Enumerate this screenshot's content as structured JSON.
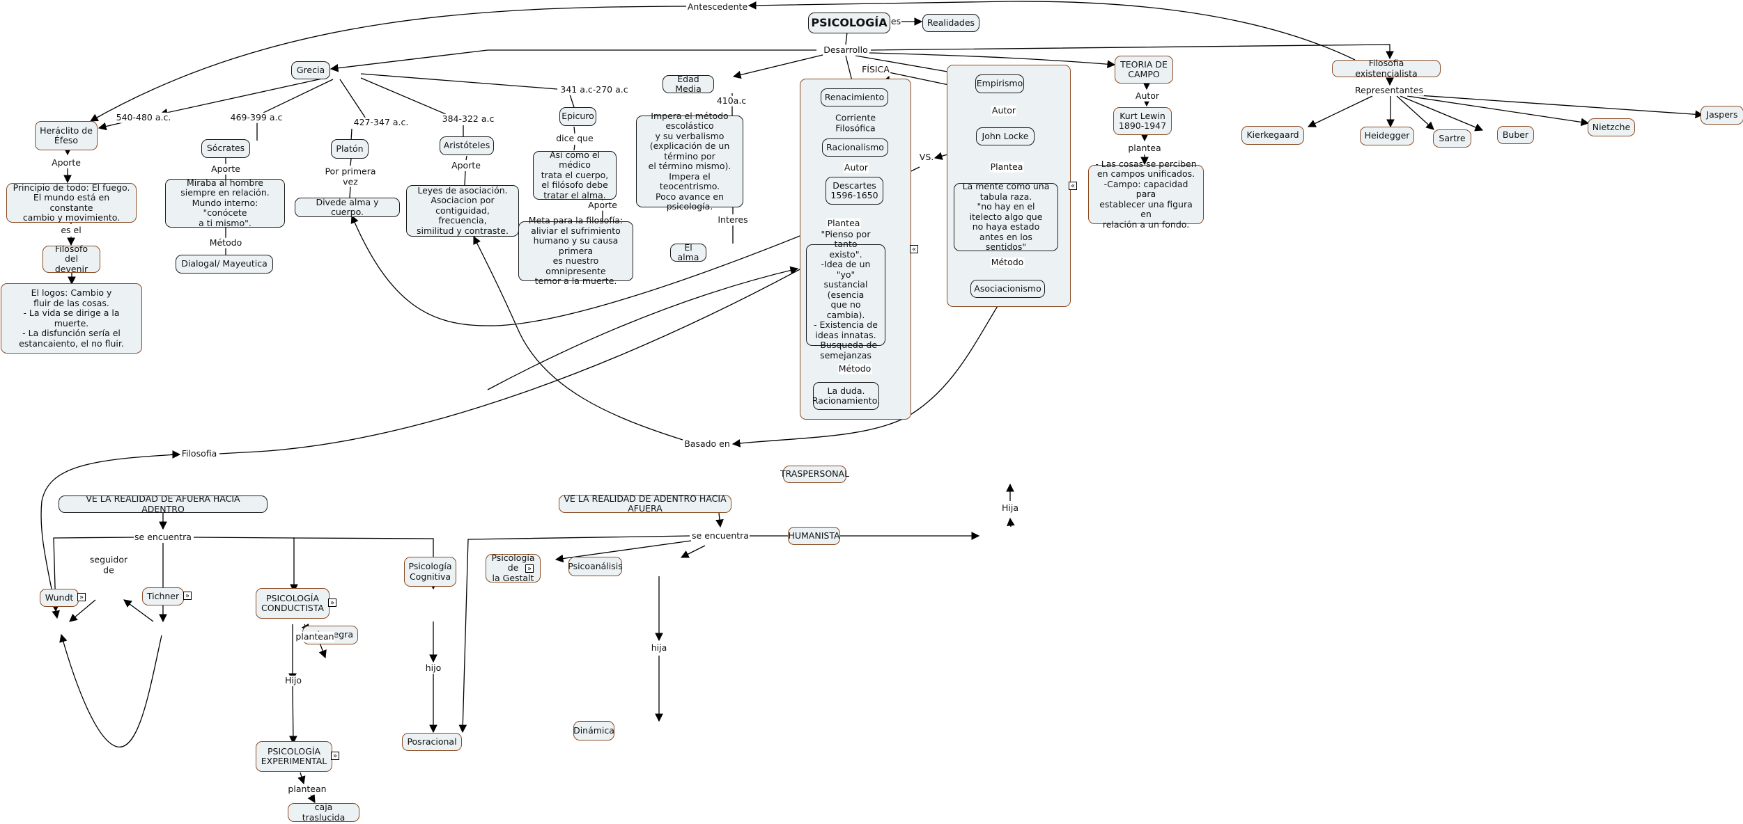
{
  "map": {
    "title": "PSICOLOGÍA",
    "nodes": {
      "psicologia": "PSICOLOGÍA",
      "realidades": "Realidades",
      "grecia": "Grecia",
      "heraclito": "Heráclito de\nÉfeso",
      "heraclito_aporte": "Principio de todo: El fuego.\nEl mundo está en constante\ncambio y movimiento.",
      "filosofo_devenir": "Filosofo del\ndevenir",
      "logos": "El logos: Cambio y\nfluir de las cosas.\n- La vida se dirige a la muerte.\n- La disfunción sería el\nestancaiento, el no fluir.",
      "socrates": "Sócrates",
      "socrates_aporte": "Miraba al hombre\nsiempre en relación.\nMundo interno: \"conócete\na ti mismo\".",
      "dialogal": "Dialogal/ Mayeutica",
      "platon": "Platón",
      "platon_aporte": "Divede alma y cuerpo.",
      "aristoteles": "Aristóteles",
      "aristoteles_aporte": "Leyes de asociación.\nAsociacion por\ncontiguidad, frecuencia,\nsimilitud  y contraste.",
      "epicuro": "Epicuro",
      "epicuro_dice": "Así como el médico\ntrata el cuerpo,\nel filósofo debe\ntratar el alma.",
      "epicuro_meta": "Meta para la filosofía:\naliviar el sufrimiento\nhumano y su causa primera\nes nuestro omnipresente\ntemor a la muerte.",
      "edad_media": "Edad Media",
      "edad_media_desc": "Impera el método\nescolástico\ny su verbalismo\n(explicación de un\ntérmino por\nel término mismo).\nImpera el teocentrismo.\nPoco avance en psicología.",
      "el_alma": "El alma",
      "renacimiento": "Renacimiento",
      "racionalismo": "Racionalismo",
      "descartes": "Descartes\n1596-1650",
      "pienso": "\"Pienso por tanto\nexisto\".\n-Idea de un \"yo\"\nsustancial (esencia\nque no cambia).\n- Existencia de\nideas innatas.\n- Busqueda de\nsemejanzas",
      "la_duda": "La duda.\nRacionamiento.",
      "empirismo": "Empirismo",
      "john_locke": "John Locke",
      "tabula_raza": "La mente como una\ntabula raza.\n\"no hay en el\nitelecto algo que\nno haya estado\nantes en los sentidos\"",
      "asociacionismo": "Asociacionismo",
      "teoria_campo": "TEORIA DE\nCAMPO",
      "kurt_lewin": "Kurt Lewin\n1890-1947",
      "campo_desc": "- Las cosas se perciben\nen campos unificados.\n-Campo: capacidad para\nestablecer una figura en\nrelación a un fondo.",
      "existencialista": "Filosofia existencialista",
      "kierkegaard": "Kierkegaard",
      "heidegger": "Heidegger",
      "sartre": "Sartre",
      "buber": "Buber",
      "nietzche": "Nietzche",
      "jaspers": "Jaspers",
      "afuera_adentro": "VE LA REALIDAD DE AFUERA HACIA ADENTRO",
      "wundt": "Wundt",
      "tichner": "Tichner",
      "conductista": "PSICOLOGÍA\nCONDUCTISTA",
      "caja_negra": "caja negra",
      "experimental": "PSICOLOGÍA\nEXPERIMENTAL",
      "caja_traslucida": "caja traslucida",
      "cognitiva": "Psicología\nCognitiva",
      "posracional": "Posracional",
      "adentro_afuera": "VE LA REALIDAD DE ADENTRO HACIA AFUERA",
      "gestalt": "Psicología de\nla Gestalt",
      "psicoanalisis": "Psicoanálisis",
      "dinamica": "Dinámica",
      "humanista": "HUMANISTA",
      "traspersonal": "TRASPERSONAL"
    },
    "labels": {
      "antescedente": "Antescedente",
      "es": "es",
      "desarrollo": "Desarrollo",
      "fisica": "FÍSICA",
      "d540": "540-480 a.c.",
      "d469": "469-399 a.c",
      "d427": "427-347 a.c.",
      "d384": "384-322 a.c",
      "d341": "341 a.c-270 a.c",
      "d410": "410a.c",
      "aporte1": "Aporte",
      "es_el": "es el",
      "aporte2": "Aporte",
      "metodo1": "Método",
      "por_primera_vez": "Por primera\nvez",
      "aporte3": "Aporte",
      "dice_que": "dice que",
      "aporte4": "Aporte",
      "interes": "Interes",
      "corriente": "Corriente\nFilosófica",
      "autor1": "Autor",
      "plantea1": "Plantea",
      "metodo2": "Método",
      "vs": "VS.",
      "autor2": "Autor",
      "plantea2": "Plantea",
      "metodo3": "Método",
      "autor3": "Autor",
      "plantea3": "plantea",
      "representantes": "Representantes",
      "basado_en": "Basado en",
      "filosofia": "Filosofia",
      "se_encuentra1": "se encuentra",
      "seguidor_de": "seguidor\nde",
      "plantean1": "plantean",
      "hijo1": "Hijo",
      "plantean2": "plantean",
      "hijo2": "hijo",
      "se_encuentra2": "se encuentra",
      "hija1": "hija",
      "hija2": "Hija"
    },
    "colors": {
      "node_fill": "#ecf2f4",
      "node_border_dark": "#1a1a1a",
      "node_border_brown": "#8a4a22"
    }
  }
}
